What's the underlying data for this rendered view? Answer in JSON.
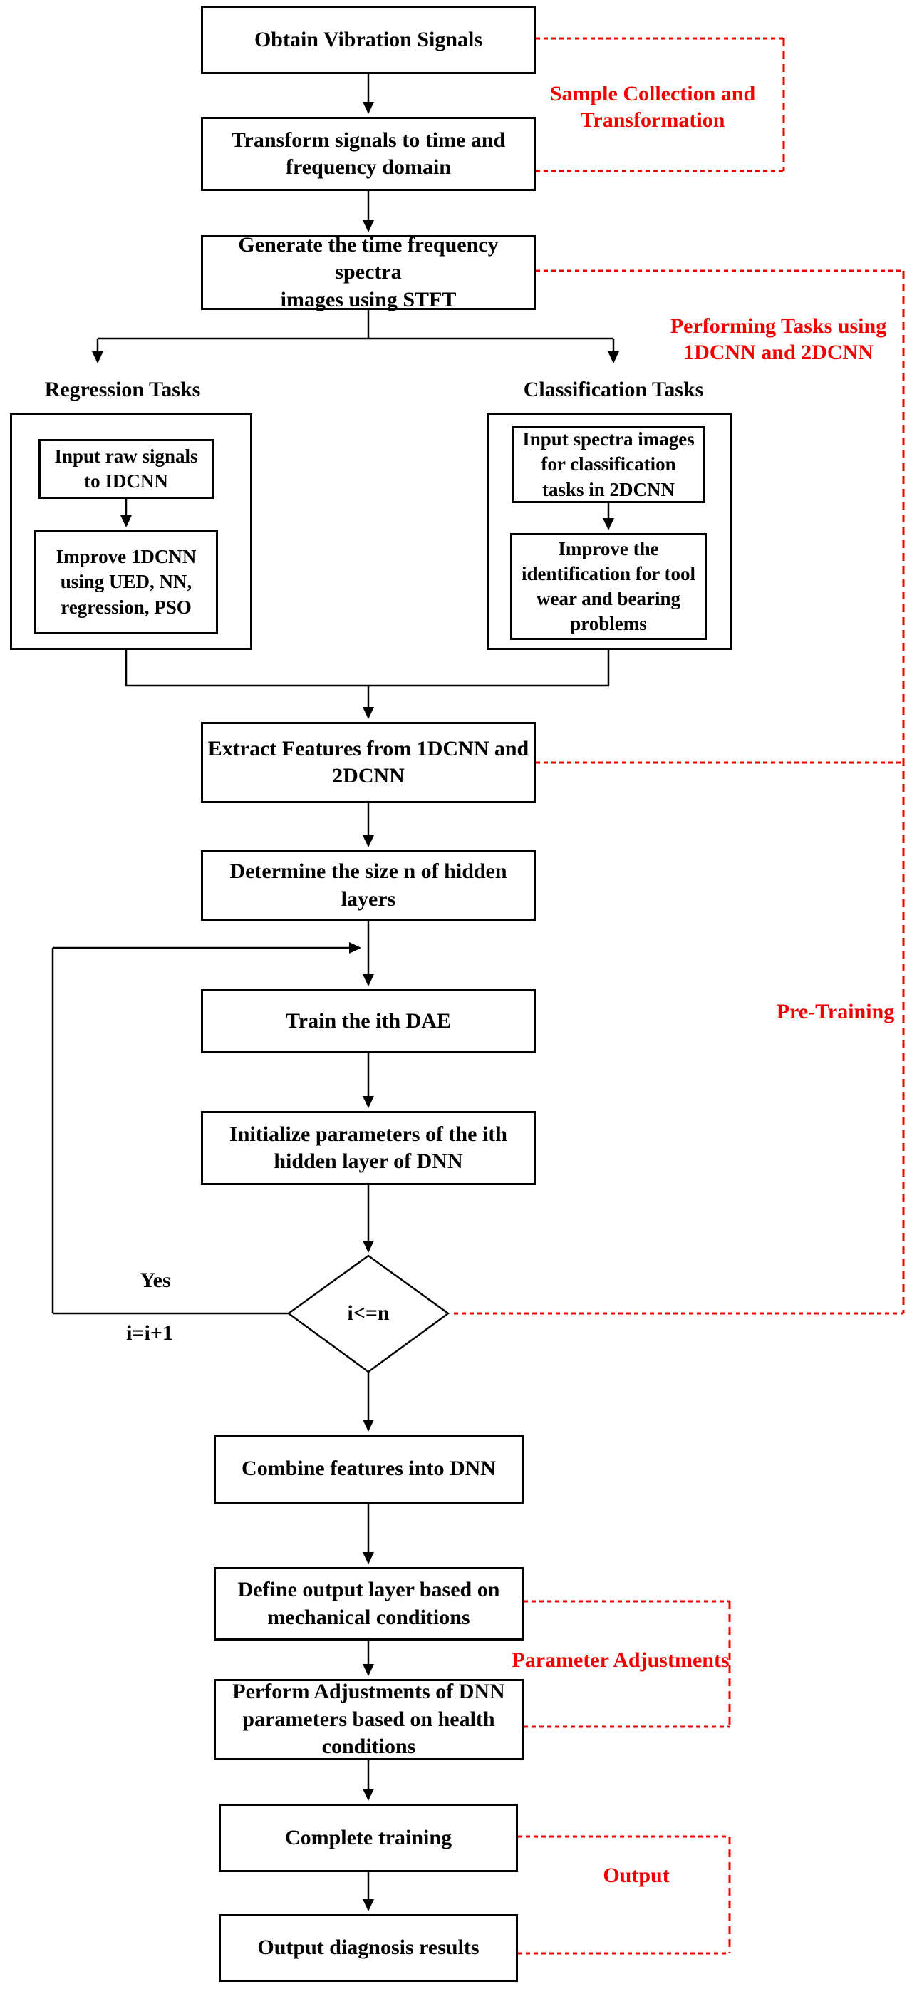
{
  "flowchart": {
    "nodes": {
      "obtain": {
        "label": "Obtain Vibration Signals"
      },
      "transform": {
        "label": "Transform signals to time and\nfrequency domain"
      },
      "generate": {
        "label": "Generate the time frequency spectra\nimages using STFT"
      },
      "regression_branch": {
        "label": "Regression Tasks"
      },
      "classification_branch": {
        "label": "Classification Tasks"
      },
      "input_raw": {
        "label": "Input raw signals\nto IDCNN"
      },
      "improve_1dcnn": {
        "label": "Improve 1DCNN\nusing UED, NN,\nregression, PSO"
      },
      "input_spectra": {
        "label": "Input spectra images\nfor classification\ntasks in 2DCNN"
      },
      "improve_identification": {
        "label": "Improve the\nidentification for tool\nwear and bearing\nproblems"
      },
      "extract": {
        "label": "Extract Features from 1DCNN and\n2DCNN"
      },
      "determine": {
        "label": "Determine the size n of hidden\nlayers"
      },
      "train": {
        "label": "Train the ith DAE"
      },
      "initialize": {
        "label": "Initialize parameters of the ith\nhidden layer of DNN"
      },
      "decision": {
        "label": "i<=n"
      },
      "yes": {
        "label": "Yes"
      },
      "increment": {
        "label": "i=i+1"
      },
      "combine": {
        "label": "Combine features into DNN"
      },
      "define_output": {
        "label": "Define output layer based on\nmechanical conditions"
      },
      "perform_adjustments": {
        "label": "Perform Adjustments of DNN\nparameters based on health\nconditions"
      },
      "complete": {
        "label": "Complete training"
      },
      "output": {
        "label": "Output diagnosis results"
      }
    },
    "annotations": {
      "sample_collection": {
        "label": "Sample Collection and\nTransformation"
      },
      "performing_tasks": {
        "label": "Performing Tasks using\n1DCNN and 2DCNN"
      },
      "pre_training": {
        "label": "Pre-Training"
      },
      "parameter_adjustments": {
        "label": "Parameter Adjustments"
      },
      "output_stage": {
        "label": "Output"
      }
    },
    "colors": {
      "line": "#000000",
      "annotation": "#f20000",
      "background": "#ffffff"
    }
  }
}
